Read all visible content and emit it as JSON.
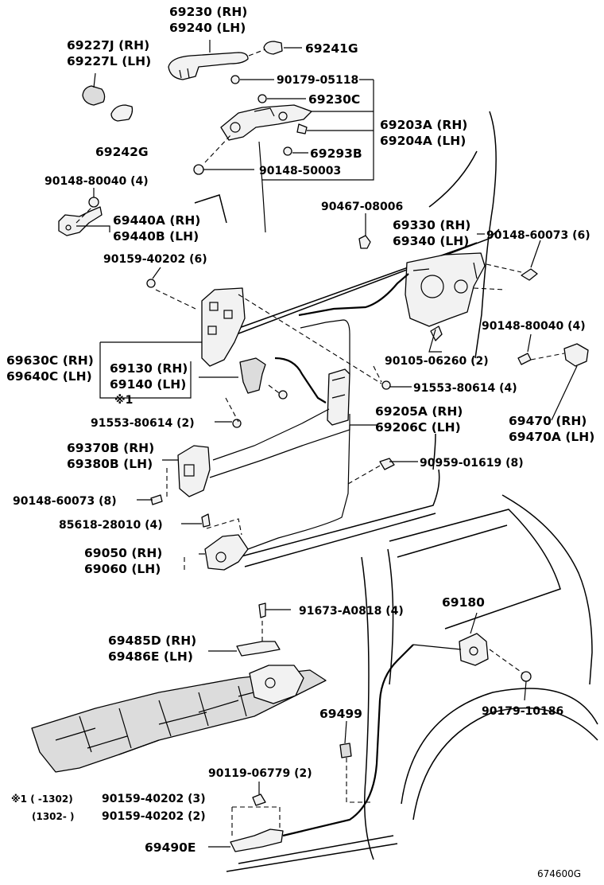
{
  "labels": {
    "l69230": "69230 (RH)",
    "l69240": "69240 (LH)",
    "l69227J": "69227J (RH)",
    "l69227L": "69227L (LH)",
    "l69241G": "69241G",
    "l90179_05118": "90179-05118",
    "l69230C": "69230C",
    "l69203A": "69203A (RH)",
    "l69204A": "69204A (LH)",
    "l69242G": "69242G",
    "l69293B": "69293B",
    "l90148_50003": "90148-50003",
    "l90148_80040a": "90148-80040 (4)",
    "l69440A": "69440A (RH)",
    "l69440B": "69440B (LH)",
    "l90467": "90467-08006",
    "l69330": "69330 (RH)",
    "l69340": "69340 (LH)",
    "l90148_60073_6": "90148-60073 (6)",
    "l90159_40202_6": "90159-40202 (6)",
    "l90148_80040b": "90148-80040 (4)",
    "l90105": "90105-06260 (2)",
    "l69630C": "69630C (RH)",
    "l69640C": "69640C (LH)",
    "l69130": "69130 (RH)",
    "l69140": "69140 (LH)",
    "l91553_4": "91553-80614 (4)",
    "note1": "※1",
    "l91553_2": "91553-80614 (2)",
    "l69205A": "69205A (RH)",
    "l69206C": "69206C (LH)",
    "l69470": "69470 (RH)",
    "l69470A": "69470A (LH)",
    "l69370B": "69370B (RH)",
    "l69380B": "69380B (LH)",
    "l90959": "90959-01619 (8)",
    "l90148_60073_8": "90148-60073 (8)",
    "l85618": "85618-28010 (4)",
    "l69050": "69050 (RH)",
    "l69060": "69060 (LH)",
    "l91673": "91673-A0818 (4)",
    "l69180": "69180",
    "l69485D": "69485D (RH)",
    "l69486E": "69486E (LH)",
    "l90179_10186": "90179-10186",
    "l69499": "69499",
    "l90119": "90119-06779 (2)",
    "fn1_mark": "※1 (      -1302)",
    "fn1_part": "90159-40202 (3)",
    "fn2_mark": "(1302-      )",
    "fn2_part": "90159-40202 (2)",
    "l69490E": "69490E",
    "diagram_code": "674600G"
  },
  "icons": {
    "screw": "screw-icon",
    "clip": "clip-icon",
    "bolt": "bolt-icon"
  }
}
